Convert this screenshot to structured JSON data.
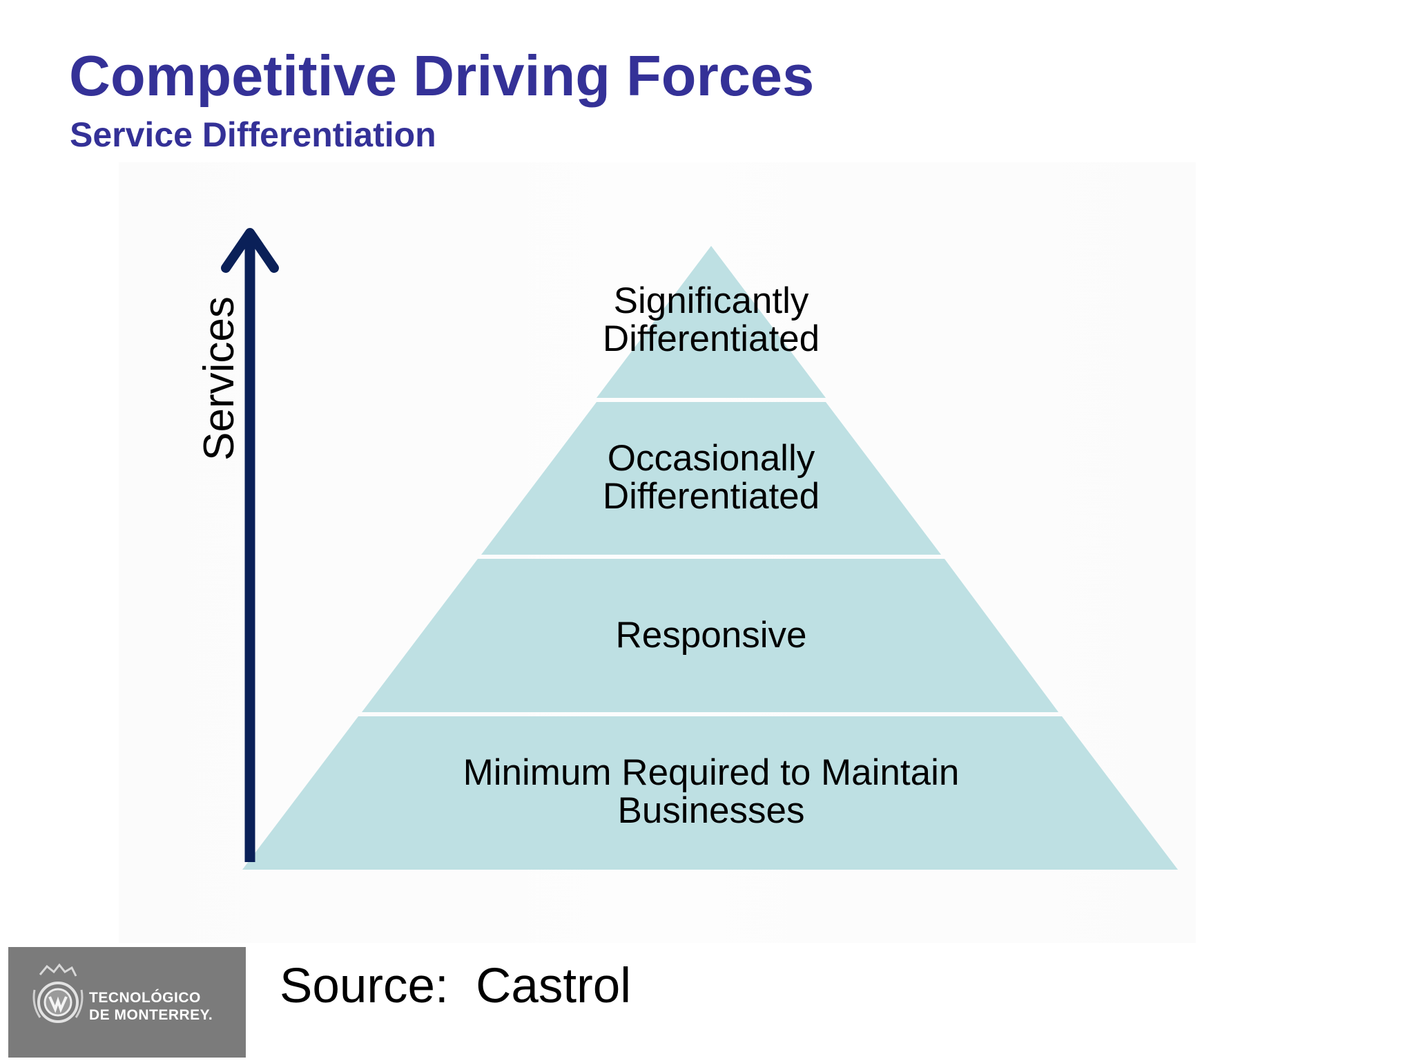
{
  "slide": {
    "title": "Competitive Driving Forces",
    "subtitle": "Service Differentiation",
    "source": "Source:  Castrol"
  },
  "diagram": {
    "axis_label": "Services",
    "levels": [
      {
        "lines": [
          "Significantly",
          "Differentiated"
        ]
      },
      {
        "lines": [
          "Occasionally",
          "Differentiated"
        ]
      },
      {
        "lines": [
          "Responsive"
        ]
      },
      {
        "lines": [
          "Minimum Required to Maintain",
          "Businesses"
        ]
      }
    ]
  },
  "logo": {
    "lines": [
      "TECNOLÓGICO",
      "DE MONTERREY."
    ]
  },
  "colors": {
    "title": "#343197",
    "pyramid_fill": "#bee0e3",
    "level_divider": "#ffffff",
    "arrow": "#0a2058",
    "logo_bg": "#7b7b7b"
  }
}
